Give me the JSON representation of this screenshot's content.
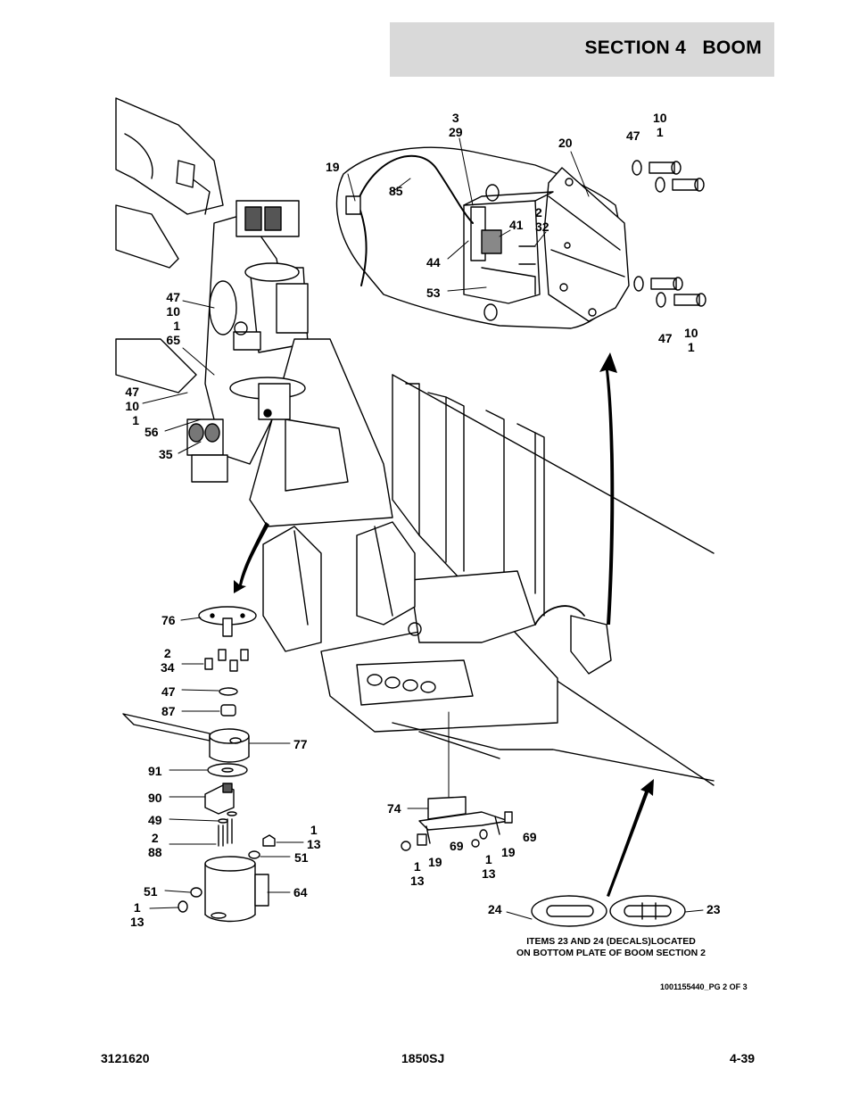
{
  "header": {
    "title": "SECTION 4   BOOM"
  },
  "callouts": {
    "top_3": "3",
    "top_29": "29",
    "top_20": "20",
    "top_47": "47",
    "top_10": "10",
    "top_1": "1",
    "l19": "19",
    "l85": "85",
    "l41": "41",
    "l2": "2",
    "l32": "32",
    "l44": "44",
    "l53": "53",
    "r47": "47",
    "r10": "10",
    "r1": "1",
    "a47": "47",
    "a10": "10",
    "a1": "1",
    "a65": "65",
    "b47": "47",
    "b10": "10",
    "b1": "1",
    "b56": "56",
    "b35": "35",
    "c76": "76",
    "c2": "2",
    "c34": "34",
    "c47": "47",
    "c87": "87",
    "c77": "77",
    "c91": "91",
    "c90": "90",
    "c49": "49",
    "c2b": "2",
    "c88": "88",
    "c1": "1",
    "c13": "13",
    "c51": "51",
    "c51b": "51",
    "c64": "64",
    "c1b": "1",
    "c13b": "13",
    "d74": "74",
    "d69": "69",
    "d69b": "69",
    "d19": "19",
    "d19b": "19",
    "d1": "1",
    "d13": "13",
    "d1b": "1",
    "d13b": "13",
    "e24": "24",
    "e23": "23"
  },
  "note": {
    "line1": "ITEMS 23 AND 24 (DECALS)LOCATED",
    "line2": "ON BOTTOM PLATE OF BOOM SECTION 2"
  },
  "page_ref": "1001155440_PG 2 OF 3",
  "footer": {
    "left": "3121620",
    "center": "1850SJ",
    "right": "4-39"
  }
}
